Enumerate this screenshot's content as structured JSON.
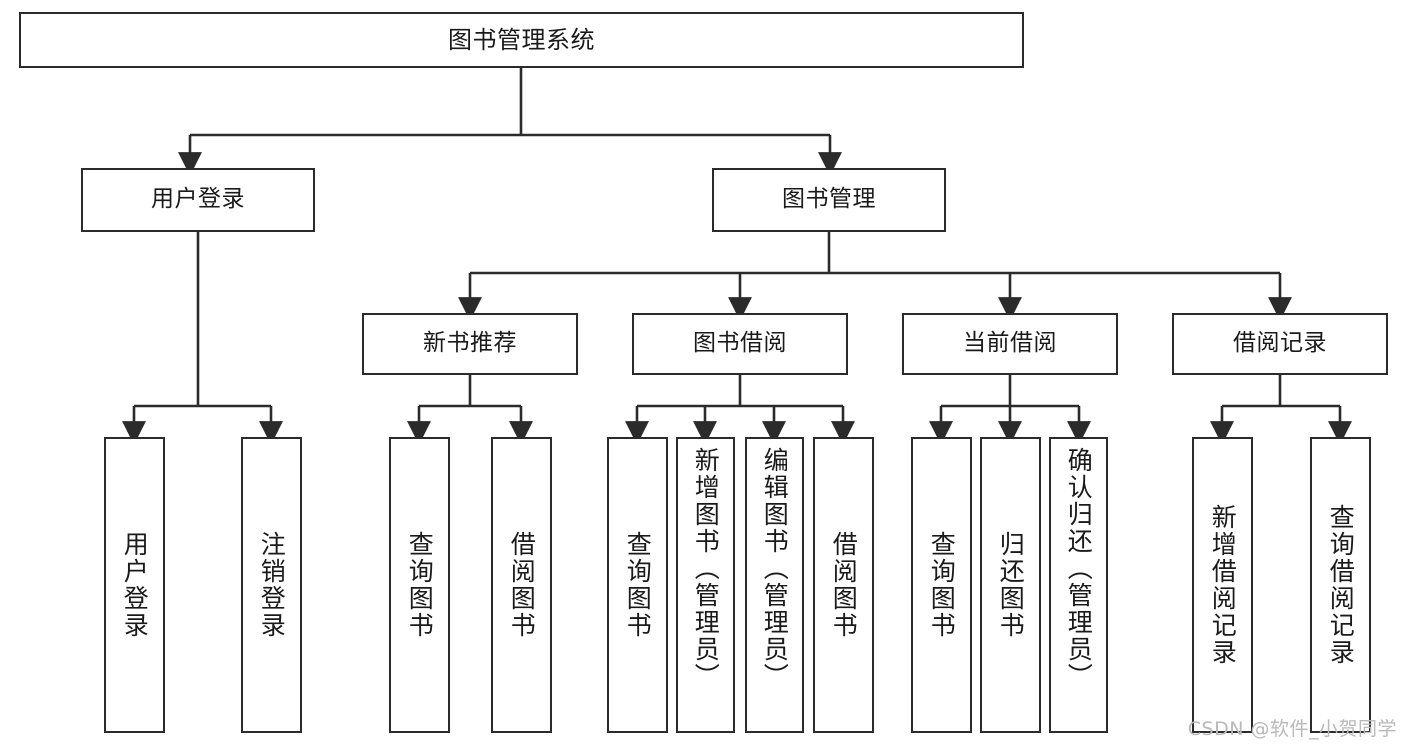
{
  "diagram": {
    "title": "图书管理系统",
    "watermark": "CSDN @软件_小贺同学",
    "root": {
      "label": "图书管理系统"
    },
    "level2": [
      {
        "label": "用户登录"
      },
      {
        "label": "图书管理"
      }
    ],
    "level3": [
      {
        "label": "新书推荐"
      },
      {
        "label": "图书借阅"
      },
      {
        "label": "当前借阅"
      },
      {
        "label": "借阅记录"
      }
    ],
    "leaves": [
      {
        "label": "用户登录"
      },
      {
        "label": "注销登录"
      },
      {
        "label": "查询图书"
      },
      {
        "label": "借阅图书"
      },
      {
        "label": "查询图书"
      },
      {
        "label": "新增图书（管理员）"
      },
      {
        "label": "编辑图书（管理员）"
      },
      {
        "label": "借阅图书"
      },
      {
        "label": "查询图书"
      },
      {
        "label": "归还图书"
      },
      {
        "label": "确认归还（管理员）"
      },
      {
        "label": "新增借阅记录"
      },
      {
        "label": "查询借阅记录"
      }
    ]
  },
  "colors": {
    "stroke": "#2b2b2b",
    "fill": "#ffffff",
    "text": "#1a1a1a",
    "watermark": "#b9b9b9"
  }
}
